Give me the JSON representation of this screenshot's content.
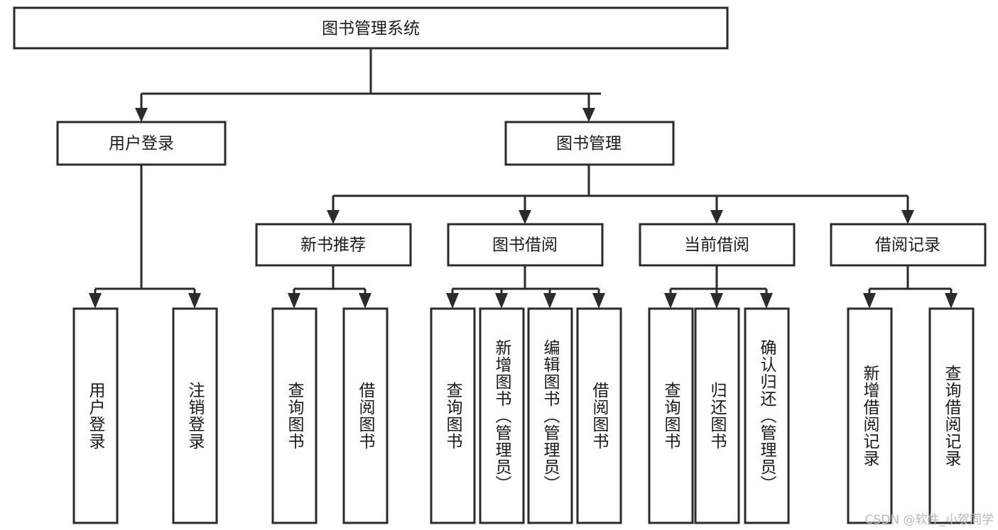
{
  "diagram": {
    "type": "hierarchy-tree",
    "title_node": "图书管理系统",
    "orientation": "top-down",
    "leaf_text_orientation": "vertical",
    "colors": {
      "box_fill": "#ffffff",
      "box_stroke": "#2b2b2b",
      "text": "#1a1a1a",
      "watermark": "#b8b8b8"
    },
    "levels": {
      "root": {
        "label": "图书管理系统"
      },
      "level1": [
        {
          "id": "user-login",
          "label": "用户登录"
        },
        {
          "id": "book-management",
          "label": "图书管理"
        }
      ],
      "level2": [
        {
          "id": "new-book-recommend",
          "label": "新书推荐",
          "parent": "book-management"
        },
        {
          "id": "book-borrow",
          "label": "图书借阅",
          "parent": "book-management"
        },
        {
          "id": "current-borrow",
          "label": "当前借阅",
          "parent": "book-management"
        },
        {
          "id": "borrow-record",
          "label": "借阅记录",
          "parent": "book-management"
        }
      ],
      "leaves": [
        {
          "id": "leaf-user-login",
          "label": "用户登录",
          "parent": "user-login"
        },
        {
          "id": "leaf-logout-login",
          "label": "注销登录",
          "parent": "user-login"
        },
        {
          "id": "leaf-query-book-1",
          "label": "查询图书",
          "parent": "new-book-recommend"
        },
        {
          "id": "leaf-borrow-book-1",
          "label": "借阅图书",
          "parent": "new-book-recommend"
        },
        {
          "id": "leaf-query-book-2",
          "label": "查询图书",
          "parent": "book-borrow"
        },
        {
          "id": "leaf-add-book",
          "label": "新增图书（管理员）",
          "parent": "book-borrow"
        },
        {
          "id": "leaf-edit-book",
          "label": "编辑图书（管理员）",
          "parent": "book-borrow"
        },
        {
          "id": "leaf-borrow-book-2",
          "label": "借阅图书",
          "parent": "book-borrow"
        },
        {
          "id": "leaf-query-book-3",
          "label": "查询图书",
          "parent": "current-borrow"
        },
        {
          "id": "leaf-return-book",
          "label": "归还图书",
          "parent": "current-borrow"
        },
        {
          "id": "leaf-confirm-return",
          "label": "确认归还（管理员）",
          "parent": "current-borrow"
        },
        {
          "id": "leaf-add-record",
          "label": "新增借阅记录",
          "parent": "borrow-record"
        },
        {
          "id": "leaf-query-record",
          "label": "查询借阅记录",
          "parent": "borrow-record"
        }
      ]
    }
  },
  "watermark": {
    "text": "CSDN @软件_小贺同学"
  }
}
